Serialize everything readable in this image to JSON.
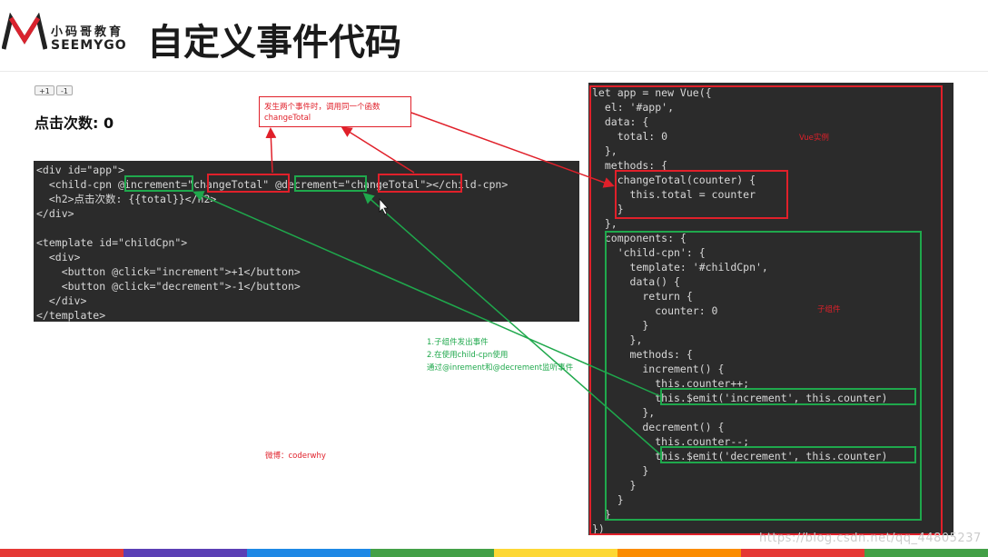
{
  "logo": {
    "cn": "小码哥教育",
    "en": "SEEMYGO"
  },
  "slide_title": "自定义事件代码",
  "buttons": {
    "plus": "+1",
    "minus": "-1"
  },
  "count_label": "点击次数: 0",
  "left_code": [
    "<div id=\"app\">",
    "  <child-cpn @increment=\"changeTotal\" @decrement=\"changeTotal\"></child-cpn>",
    "  <h2>点击次数: {{total}}</h2>",
    "</div>",
    "",
    "<template id=\"childCpn\">",
    "  <div>",
    "    <button @click=\"increment\">+1</button>",
    "    <button @click=\"decrement\">-1</button>",
    "  </div>",
    "</template>"
  ],
  "right_code": [
    "let app = new Vue({",
    "  el: '#app',",
    "  data: {",
    "    total: 0",
    "  },",
    "  methods: {",
    "    changeTotal(counter) {",
    "      this.total = counter",
    "    }",
    "  },",
    "  components: {",
    "    'child-cpn': {",
    "      template: '#childCpn',",
    "      data() {",
    "        return {",
    "          counter: 0",
    "        }",
    "      },",
    "      methods: {",
    "        increment() {",
    "          this.counter++;",
    "          this.$emit('increment', this.counter)",
    "        },",
    "        decrement() {",
    "          this.counter--;",
    "          this.$emit('decrement', this.counter)",
    "        }",
    "      }",
    "    }",
    "  }",
    "})"
  ],
  "callout": {
    "line1": "发生两个事件时，调用同一个函数",
    "line2": "changeTotal"
  },
  "labels": {
    "vue_instance": "Vue实例",
    "child_component": "子组件",
    "weibo": "微博：coderwhy"
  },
  "green_note": {
    "line1": "1.子组件发出事件",
    "line2": "2.在使用child-cpn使用",
    "line3": "通过@inrement和@decrement监听事件"
  },
  "watermark": "https://blog.csdn.net/qq_44805237",
  "colors": {
    "annotation_red": "#e0202a",
    "annotation_green": "#1fa84c",
    "code_bg": "#2b2b2b",
    "logo_red": "#d9232e"
  },
  "bottom_bar_colors": [
    "#e53935",
    "#5b3fb5",
    "#1e88e5",
    "#43a047",
    "#fdd835",
    "#fb8c00",
    "#e53935",
    "#43a047"
  ]
}
